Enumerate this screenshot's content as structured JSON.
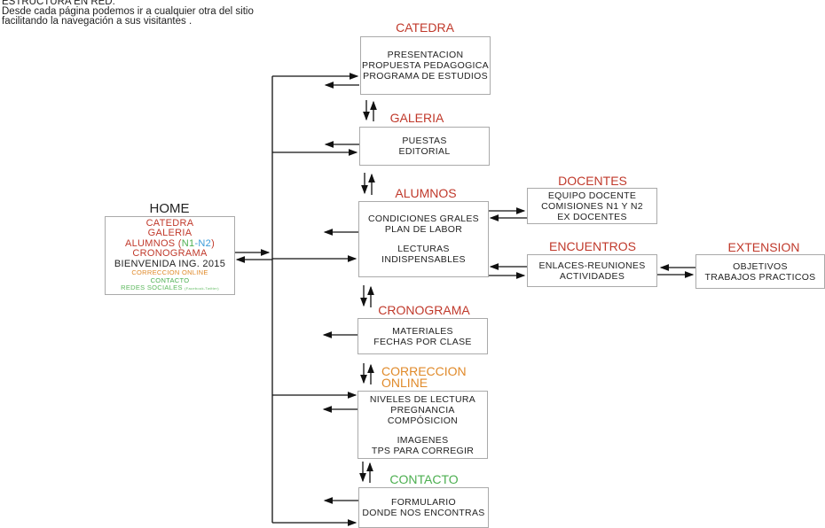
{
  "header": {
    "title": "ESTRUCTURA EN RED:",
    "line1": "Desde cada página podemos ir a cualquier otra del sitio",
    "line2": "facilitando la navegación a sus visitantes ."
  },
  "home": {
    "title": "HOME",
    "items": [
      "CATEDRA",
      "GALERIA",
      "ALUMNOS (",
      "N1",
      "-",
      "N2",
      ")",
      "CRONOGRAMA",
      "BIENVENIDA ING. 2015",
      "CORRECCION ONLINE",
      "CONTACTO",
      "REDES SOCIALES",
      "(Facebook-Twitter)"
    ]
  },
  "nodes": {
    "catedra": {
      "title": "CATEDRA",
      "lines": [
        "PRESENTACION",
        "PROPUESTA PEDAGOGICA",
        "PROGRAMA DE ESTUDIOS"
      ]
    },
    "galeria": {
      "title": "GALERIA",
      "lines": [
        "PUESTAS",
        "EDITORIAL"
      ]
    },
    "alumnos": {
      "title": "ALUMNOS",
      "lines": [
        "CONDICIONES GRALES",
        "PLAN DE LABOR",
        "LECTURAS",
        "INDISPENSABLES"
      ]
    },
    "docentes": {
      "title": "DOCENTES",
      "lines": [
        "EQUIPO DOCENTE",
        "COMISIONES N1 Y N2",
        "EX DOCENTES"
      ]
    },
    "encuentros": {
      "title": "ENCUENTROS",
      "lines": [
        "ENLACES-REUNIONES",
        "ACTIVIDADES"
      ]
    },
    "extension": {
      "title": "EXTENSION",
      "lines": [
        "OBJETIVOS",
        "TRABAJOS PRACTICOS"
      ]
    },
    "cronograma": {
      "title": "CRONOGRAMA",
      "lines": [
        "MATERIALES",
        "FECHAS POR CLASE"
      ]
    },
    "correccion": {
      "title": "CORRECCION",
      "title2": "ONLINE",
      "lines": [
        "NIVELES DE LECTURA",
        "PREGNANCIA",
        "COMPÓSICION",
        "IMAGENES",
        "TPS PARA CORREGIR"
      ]
    },
    "contacto": {
      "title": "CONTACTO",
      "lines": [
        "FORMULARIO",
        "DONDE NOS ENCONTRAS"
      ]
    }
  },
  "colors": {
    "red": "#c0392b",
    "orange": "#e08a2a",
    "green": "#4caf50",
    "blue": "#3a9ad9"
  }
}
